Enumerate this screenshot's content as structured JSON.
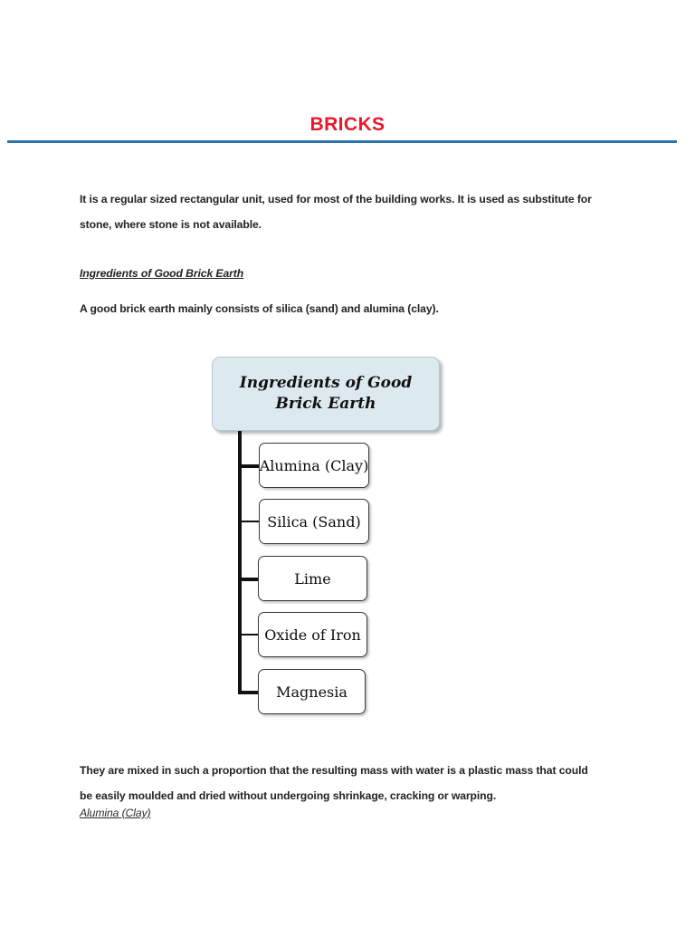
{
  "document": {
    "title": "BRICKS",
    "title_color": "#e8192c",
    "rule_color": "#2b74a8",
    "paragraphs": {
      "intro": "It is a regular sized rectangular unit, used for most of the building works. It is used as substitute for stone, where stone is not available.",
      "consists": "A good brick earth mainly consists of silica (sand) and alumina (clay).",
      "mixed": "They are mixed in such a proportion that the resulting mass with water is a plastic mass that could be easily moulded and dried without undergoing shrinkage, cracking or warping."
    },
    "headings": {
      "ingredients": "Ingredients of Good Brick Earth",
      "alumina_clay": "Alumina (Clay)"
    }
  },
  "diagram": {
    "type": "tree",
    "root": {
      "label": "Ingredients of Good Brick Earth",
      "fill": "#dce9ef",
      "border": "#b9c6cc"
    },
    "children": [
      {
        "label": "Alumina (Clay)"
      },
      {
        "label": "Silica (Sand)"
      },
      {
        "label": "Lime"
      },
      {
        "label": "Oxide of Iron"
      },
      {
        "label": "Magnesia"
      }
    ]
  }
}
